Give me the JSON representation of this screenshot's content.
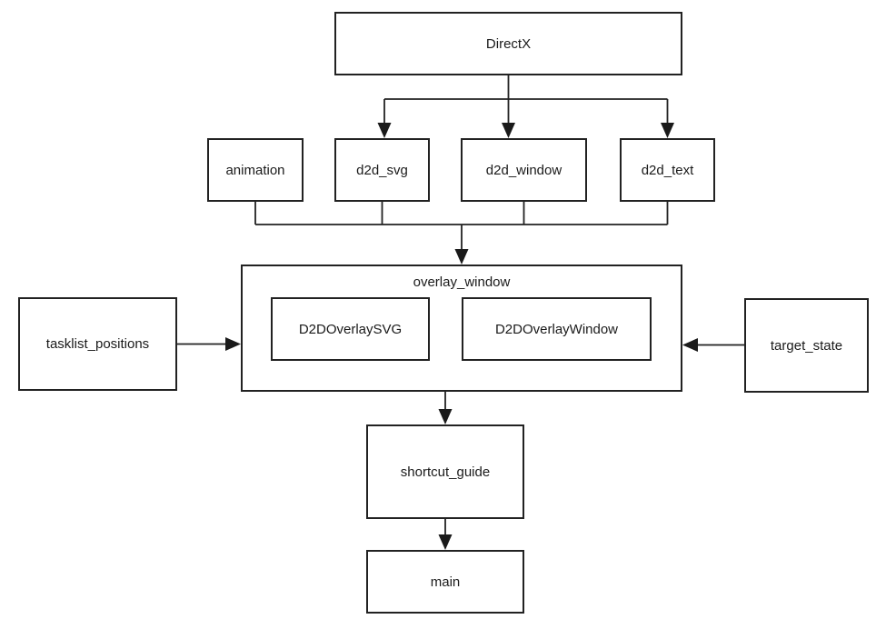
{
  "diagram": {
    "colors": {
      "background": "#ffffff",
      "stroke": "#222222",
      "text": "#1a1a1a"
    },
    "nodes": {
      "directx": {
        "label": "DirectX"
      },
      "animation": {
        "label": "animation"
      },
      "d2d_svg": {
        "label": "d2d_svg"
      },
      "d2d_window": {
        "label": "d2d_window"
      },
      "d2d_text": {
        "label": "d2d_text"
      },
      "overlay_window": {
        "label": "overlay_window"
      },
      "d2d_overlay_svg": {
        "label": "D2DOverlaySVG"
      },
      "d2d_overlay_window": {
        "label": "D2DOverlayWindow"
      },
      "tasklist_positions": {
        "label": "tasklist_positions"
      },
      "target_state": {
        "label": "target_state"
      },
      "shortcut_guide": {
        "label": "shortcut_guide"
      },
      "main": {
        "label": "main"
      }
    },
    "edges": [
      {
        "from": "DirectX",
        "to": "d2d_svg",
        "arrow": true
      },
      {
        "from": "DirectX",
        "to": "d2d_window",
        "arrow": true
      },
      {
        "from": "DirectX",
        "to": "d2d_text",
        "arrow": true
      },
      {
        "from": "animation",
        "to": "overlay_window",
        "arrow": true
      },
      {
        "from": "d2d_svg",
        "to": "overlay_window",
        "arrow": true
      },
      {
        "from": "d2d_window",
        "to": "overlay_window",
        "arrow": true
      },
      {
        "from": "d2d_text",
        "to": "overlay_window",
        "arrow": true
      },
      {
        "from": "tasklist_positions",
        "to": "overlay_window",
        "arrow": true
      },
      {
        "from": "target_state",
        "to": "overlay_window",
        "arrow": true
      },
      {
        "from": "overlay_window",
        "to": "shortcut_guide",
        "arrow": true
      },
      {
        "from": "shortcut_guide",
        "to": "main",
        "arrow": true
      }
    ]
  }
}
